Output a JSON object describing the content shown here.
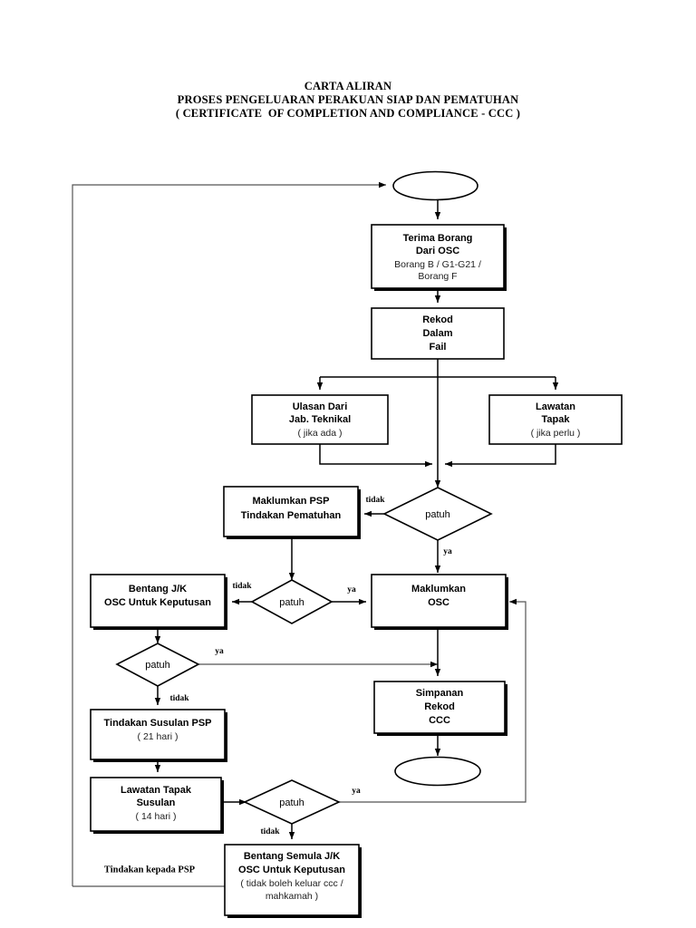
{
  "document": {
    "title_lines": [
      "CARTA ALIRAN",
      "PROSES PENGELUARAN PERAKUAN SIAP DAN PEMATUHAN",
      "( CERTIFICATE  OF COMPLETION AND COMPLIANCE - CCC )"
    ],
    "title_line_1": "CARTA ALIRAN",
    "title_line_2": "PROSES PENGELUARAN PERAKUAN SIAP DAN PEMATUHAN",
    "title_line_3": "( CERTIFICATE  OF COMPLETION AND COMPLIANCE - CCC )"
  },
  "chart_data": {
    "type": "diagram",
    "diagram_kind": "flowchart",
    "orientation": "top-to-bottom",
    "nodes": [
      {
        "id": "start",
        "shape": "oval",
        "label": ""
      },
      {
        "id": "terima-borang",
        "shape": "process",
        "title_line_1": "Terima Borang",
        "title_line_2": "Dari OSC",
        "sub_line_1": "Borang B / G1-G21 /",
        "sub_line_2": "Borang F"
      },
      {
        "id": "rekod-dalam-fail",
        "shape": "process",
        "title_line_1": "Rekod",
        "title_line_2": "Dalam",
        "title_line_3": "Fail"
      },
      {
        "id": "ulasan-jab-teknikal",
        "shape": "process",
        "title_line_1": "Ulasan Dari",
        "title_line_2": "Jab. Teknikal",
        "sub_line_1": "( jika ada )"
      },
      {
        "id": "lawatan-tapak",
        "shape": "process",
        "title_line_1": "Lawatan",
        "title_line_2": "Tapak",
        "sub_line_1": "( jika perlu )"
      },
      {
        "id": "patuh-1",
        "shape": "decision",
        "label": "patuh"
      },
      {
        "id": "maklumkan-psp",
        "shape": "process",
        "title_line_1": "Maklumkan PSP",
        "title_line_2": "Tindakan Pematuhan"
      },
      {
        "id": "patuh-2",
        "shape": "decision",
        "label": "patuh"
      },
      {
        "id": "bentang-jk-osc",
        "shape": "process",
        "title_line_1": "Bentang J/K",
        "title_line_2": "OSC Untuk Keputusan"
      },
      {
        "id": "maklumkan-osc",
        "shape": "process",
        "title_line_1": "Maklumkan",
        "title_line_2": "OSC"
      },
      {
        "id": "patuh-3",
        "shape": "decision",
        "label": "patuh"
      },
      {
        "id": "simpanan-rekod-ccc",
        "shape": "process",
        "title_line_1": "Simpanan",
        "title_line_2": "Rekod",
        "title_line_3": "CCC"
      },
      {
        "id": "end",
        "shape": "oval",
        "label": ""
      },
      {
        "id": "tindakan-susulan-psp",
        "shape": "process",
        "title_line_1": "Tindakan Susulan  PSP",
        "sub_line_1": "( 21 hari )"
      },
      {
        "id": "lawatan-tapak-susulan",
        "shape": "process",
        "title_line_1": "Lawatan Tapak",
        "title_line_2": "Susulan",
        "sub_line_1": "( 14 hari )"
      },
      {
        "id": "patuh-4",
        "shape": "decision",
        "label": "patuh"
      },
      {
        "id": "bentang-semula-jk-osc",
        "shape": "process",
        "title_line_1": "Bentang Semula J/K",
        "title_line_2": "OSC Untuk Keputusan",
        "sub_line_1": "( tidak boleh keluar ccc /",
        "sub_line_2": "mahkamah )"
      }
    ],
    "edge_labels": {
      "patuh1_no": "tidak",
      "patuh1_yes": "ya",
      "patuh2_no": "tidak",
      "patuh2_yes": "ya",
      "patuh3_yes": "ya",
      "patuh3_no": "tidak",
      "patuh4_yes": "ya",
      "patuh4_no": "tidak"
    },
    "annotations": [
      {
        "id": "tindakan-kepada-psp",
        "text": "Tindakan kepada PSP"
      }
    ],
    "colors": {
      "background": "#ffffff",
      "stroke": "#000000",
      "thin_stroke": "#555555",
      "text": "#000000",
      "subtext": "#222222"
    }
  }
}
